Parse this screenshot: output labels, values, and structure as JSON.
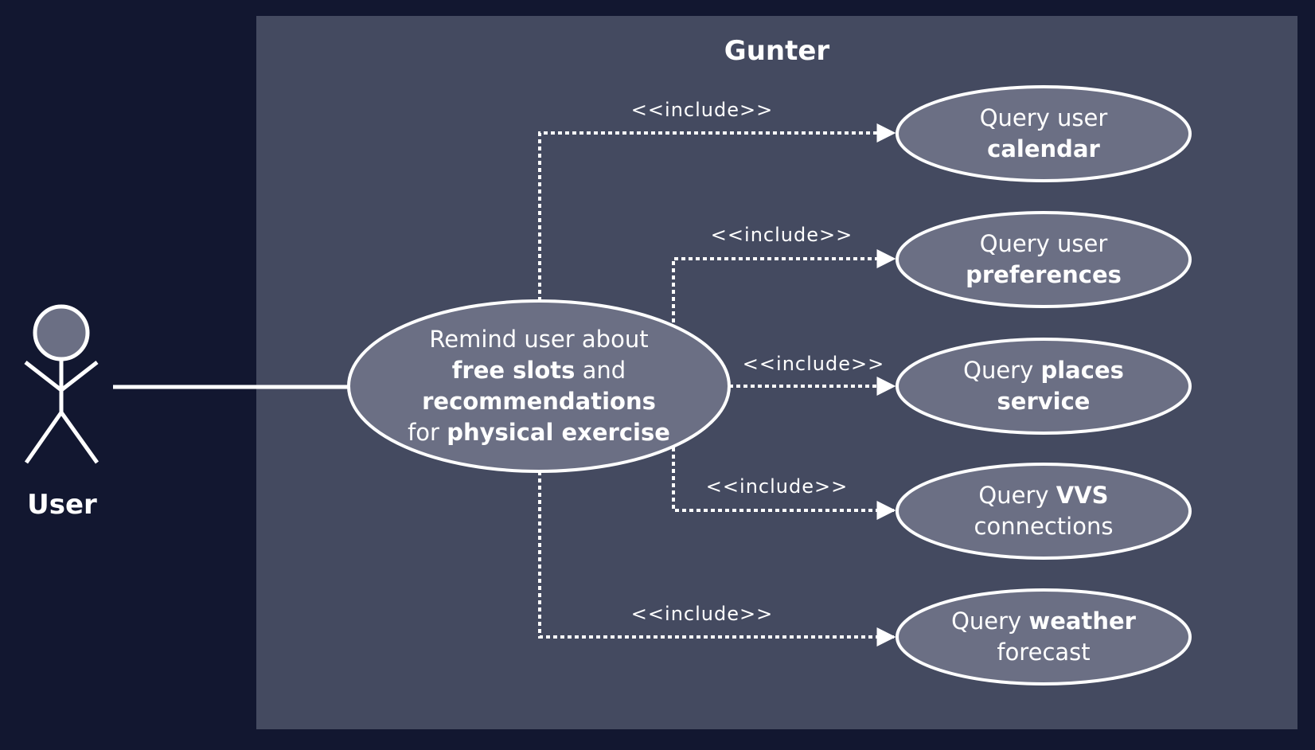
{
  "system": {
    "title": "Gunter"
  },
  "actor": {
    "label": "User"
  },
  "main_use_case": {
    "line1": "Remind user about",
    "line2_bold": "free slots",
    "line2_rest": " and",
    "line3_bold": "recommendations",
    "line4_prefix": "for ",
    "line4_bold": "physical exercise"
  },
  "use_cases": [
    {
      "pre": "Query user",
      "bold": "calendar"
    },
    {
      "pre": "Query user",
      "bold": "preferences"
    },
    {
      "pre": "Query ",
      "bold": "places",
      "post": "service"
    },
    {
      "pre": "Query ",
      "bold": "VVS",
      "post": "connections"
    },
    {
      "pre": "Query ",
      "bold": "weather",
      "post": "forecast"
    }
  ],
  "relations": [
    "<<include>>",
    "<<include>>",
    "<<include>>",
    "<<include>>",
    "<<include>>"
  ],
  "colors": {
    "background": "#121730",
    "system_box": "#444a60",
    "use_case_fill": "#6b6f84",
    "line": "#ffffff",
    "text": "#ffffff"
  },
  "icons": [
    "stick-figure-actor-icon",
    "arrow-head-icon"
  ]
}
